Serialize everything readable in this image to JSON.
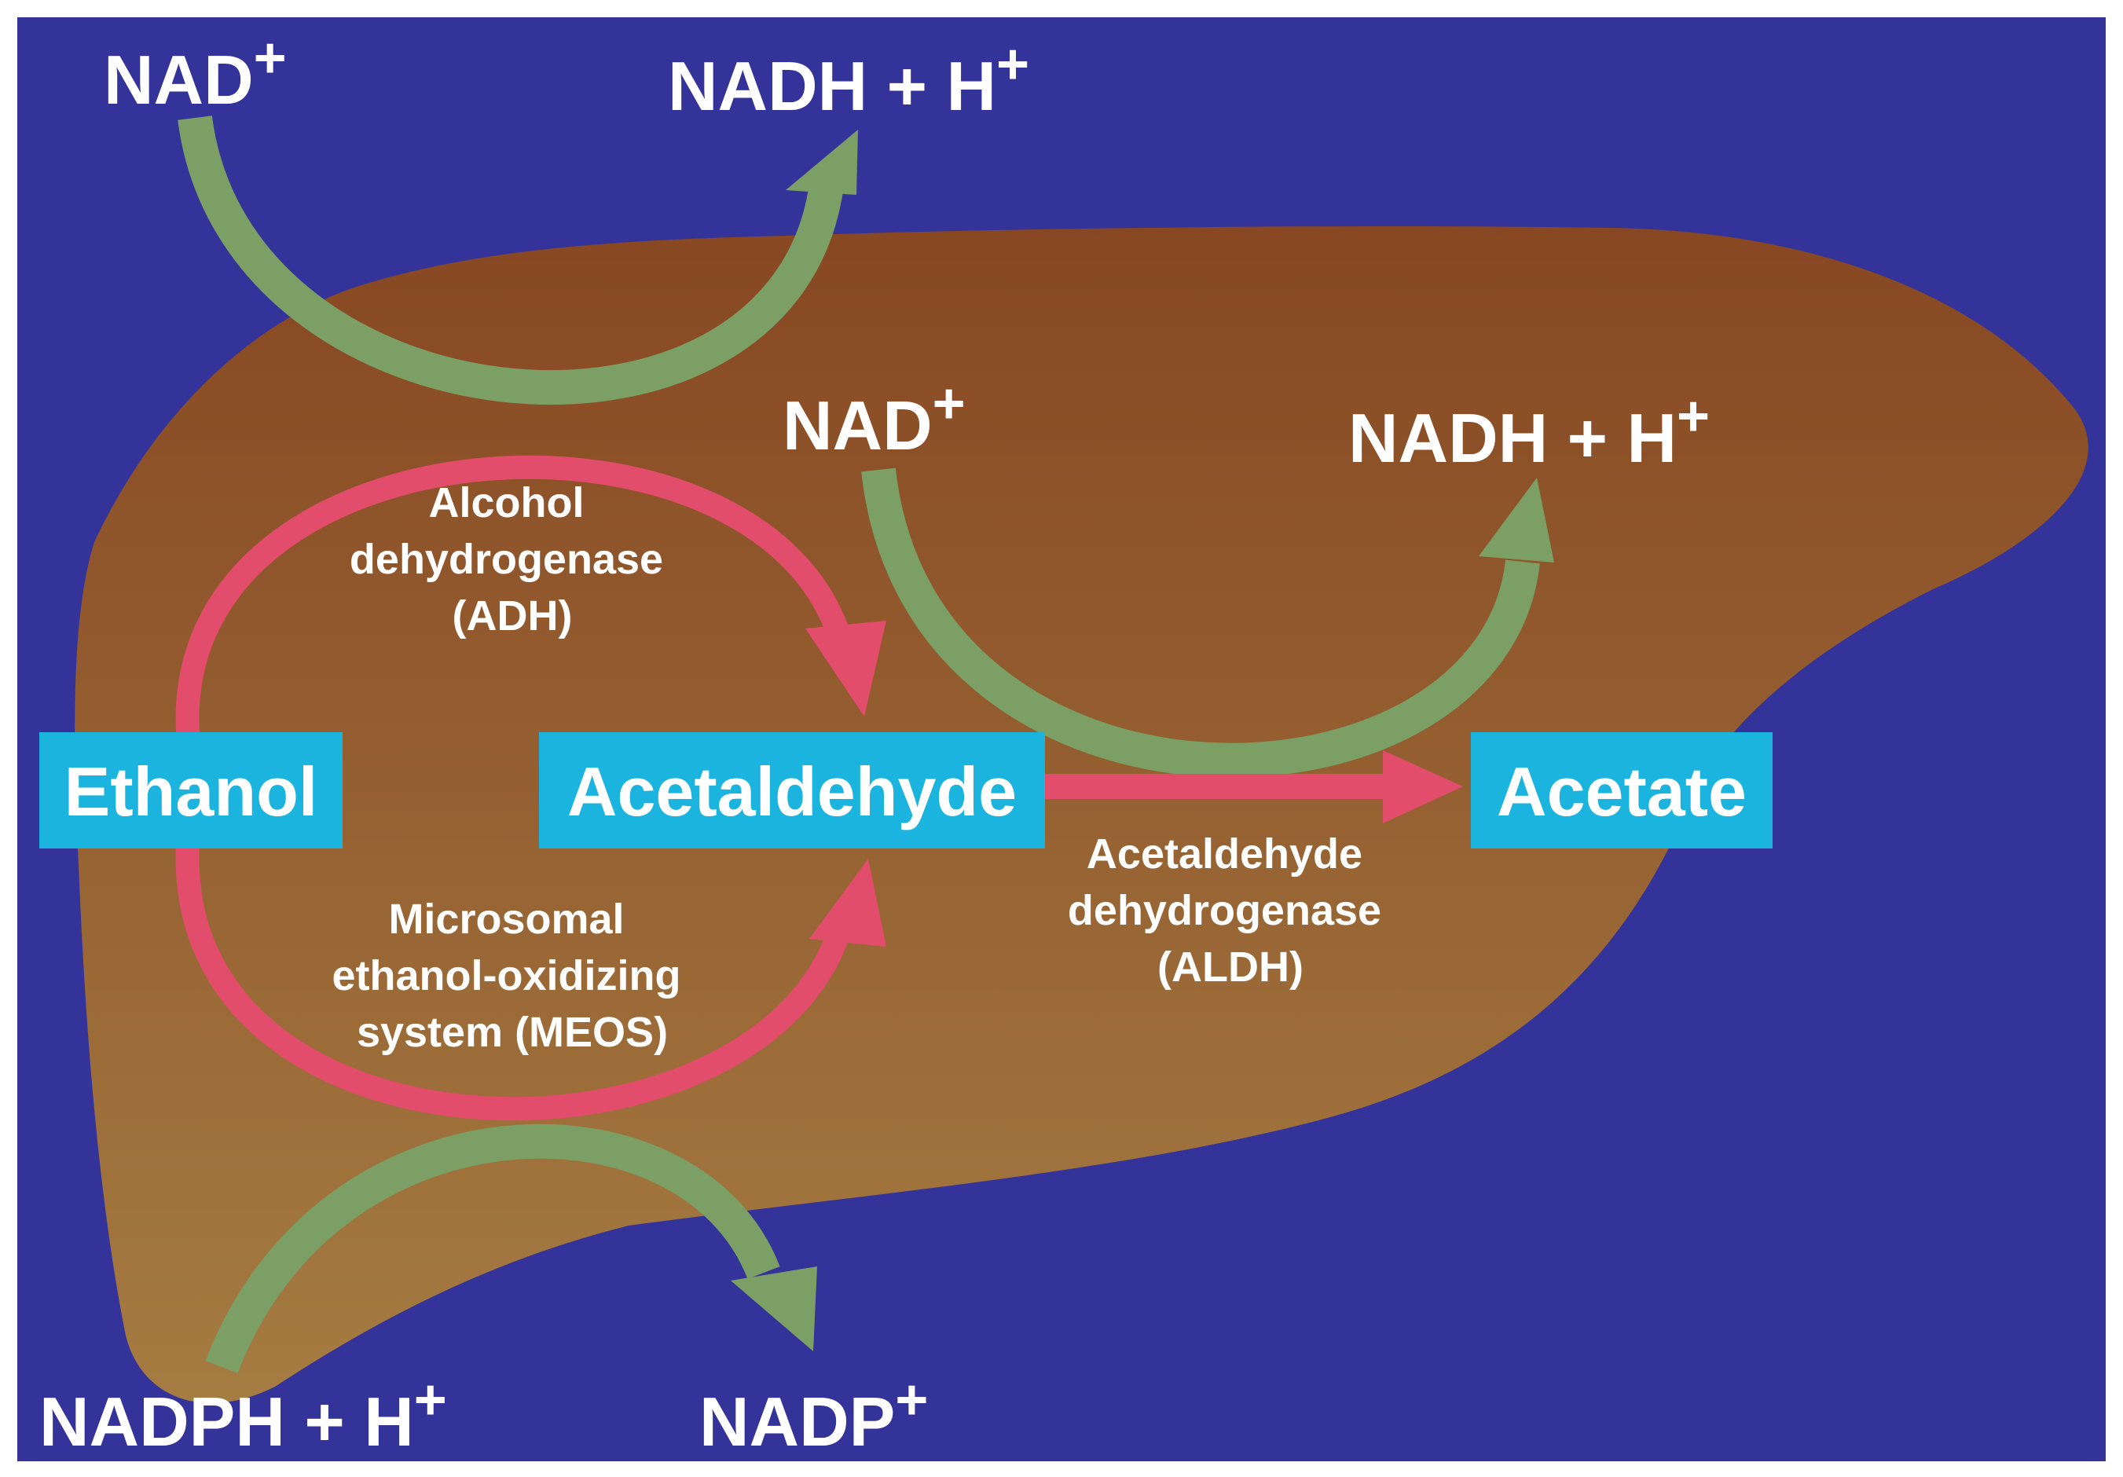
{
  "colors": {
    "background": "#34339a",
    "liver_top": "#874722",
    "liver_bottom": "#a57c42",
    "box": "#1bb4df",
    "red_arrow": "#e24d6b",
    "green_arrow": "#7b9f64",
    "text": "#ffffff"
  },
  "metabolites": {
    "ethanol": "Ethanol",
    "acetaldehyde": "Acetaldehyde",
    "acetate": "Acetate"
  },
  "enzymes": {
    "adh": [
      "Alcohol",
      "dehydrogenase",
      "(ADH)"
    ],
    "meos": [
      "Microsomal",
      "ethanol-oxidizing",
      "system (MEOS)"
    ],
    "aldh": [
      "Acetaldehyde",
      "dehydrogenase",
      "(ALDH)"
    ]
  },
  "cofactors": {
    "adh_in": {
      "base": "NAD",
      "sup": "+"
    },
    "adh_out": {
      "base": "NADH + H",
      "sup": "+"
    },
    "aldh_in": {
      "base": "NAD",
      "sup": "+"
    },
    "aldh_out": {
      "base": "NADH + H",
      "sup": "+"
    },
    "meos_in": {
      "base": "NADPH + H",
      "sup": "+"
    },
    "meos_out": {
      "base": "NADP",
      "sup": "+"
    }
  }
}
